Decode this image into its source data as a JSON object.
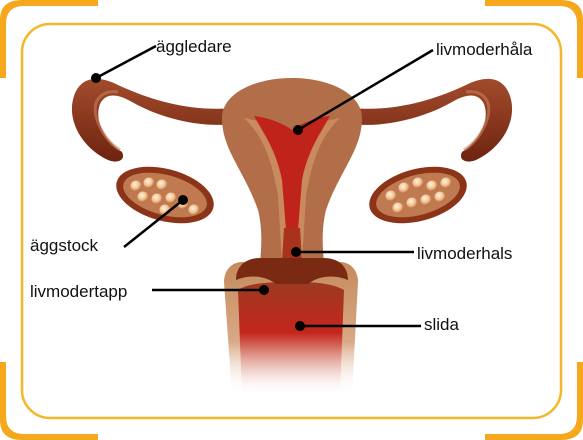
{
  "colors": {
    "frame_accent": "#f5a81c",
    "frame_border": "#f5b72a",
    "tissue_dark": "#7a2a12",
    "tissue_mid": "#a64a2a",
    "tissue_light": "#c98a5e",
    "cavity_red": "#c0231a",
    "egg_color": "#f2c9a0"
  },
  "labels": {
    "aggledare": "äggledare",
    "livmoderhala": "livmoderhåla",
    "aggstock": "äggstock",
    "livmoderhals": "livmoderhals",
    "livmodertapp": "livmodertapp",
    "slida": "slida"
  }
}
